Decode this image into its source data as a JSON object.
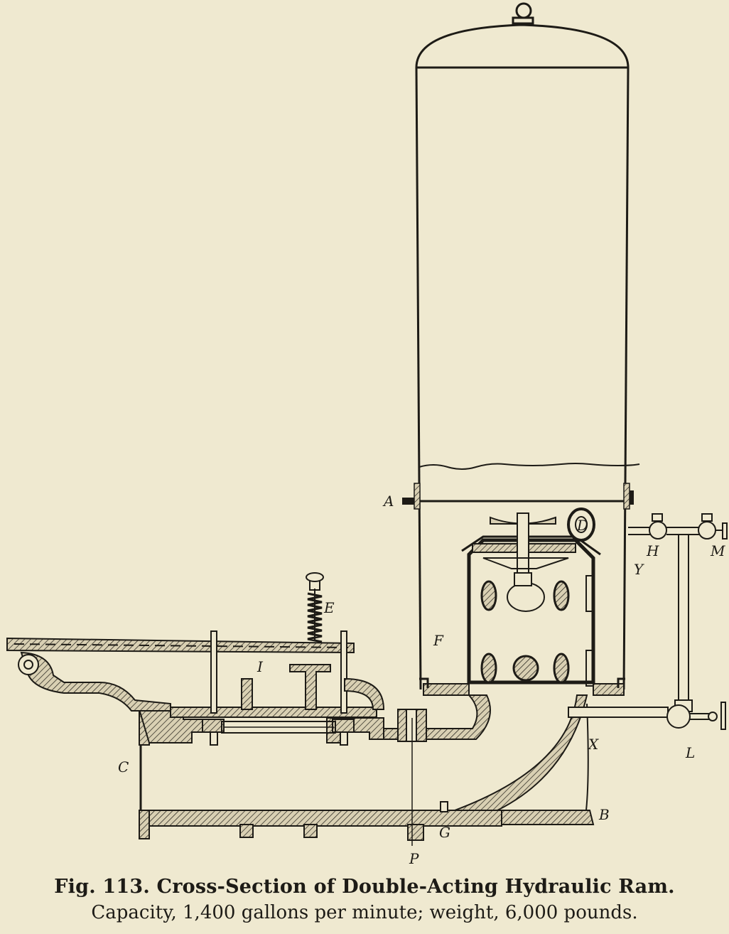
{
  "caption": {
    "title": "Fig. 113. Cross-Section of Double-Acting Hydraulic Ram.",
    "subtitle": "Capacity, 1,400 gallons per minute; weight, 6,000 pounds."
  },
  "labels": {
    "A": "A",
    "B": "B",
    "C": "C",
    "D": "D",
    "E": "E",
    "F": "F",
    "H": "H",
    "I": "I",
    "L": "L",
    "M": "M",
    "P": "P",
    "X": "X",
    "Y": "Y",
    "G": "G"
  },
  "colors": {
    "paper": "#efe9d0",
    "ink": "#1d1b16",
    "section": "#c9bfa2"
  }
}
